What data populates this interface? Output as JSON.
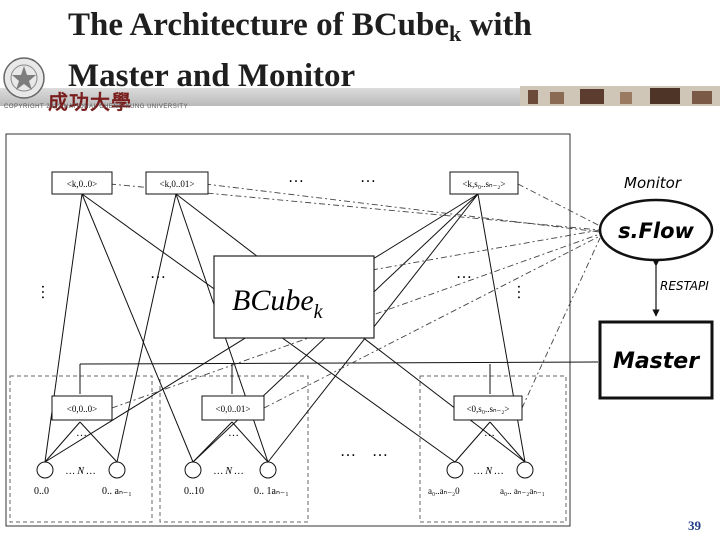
{
  "slide": {
    "title_line1": "The Architecture of BCube",
    "title_sub": "k",
    "title_line1_tail": " with",
    "title_line2": "Master and Monitor",
    "copyright": "COPYRIGHT 2012 NATIONAL CHENG KUNG UNIVERSITY",
    "university_name": "成功大學",
    "page_number": "39"
  },
  "diagram": {
    "bcube_label": "BCube",
    "bcube_sub": "k",
    "monitor_label": "Monitor",
    "sflow_label": "s.Flow",
    "restapi_label": "RESTAPI",
    "master_label": "Master",
    "top_switches": [
      "<k,0..0>",
      "<k,0..01>",
      "<k,s₀..sₙ₋₂>"
    ],
    "bottom_switches": [
      "<0,0..0>",
      "<0,0..01>",
      "<0,s₀..sₙ₋₂>"
    ],
    "ellipsis": "…",
    "n_label": "… N …",
    "hosts": [
      "0..0",
      "0.. aₙ₋₁",
      "0..10",
      "0.. 1aₙ₋₁",
      "a₀..aₙ₋₂0",
      "a₀.. aₙ₋₂aₙ₋₁"
    ]
  },
  "colors": {
    "title": "#1f1f1f",
    "university": "#7a1d1d",
    "page_number": "#1f3c88"
  }
}
